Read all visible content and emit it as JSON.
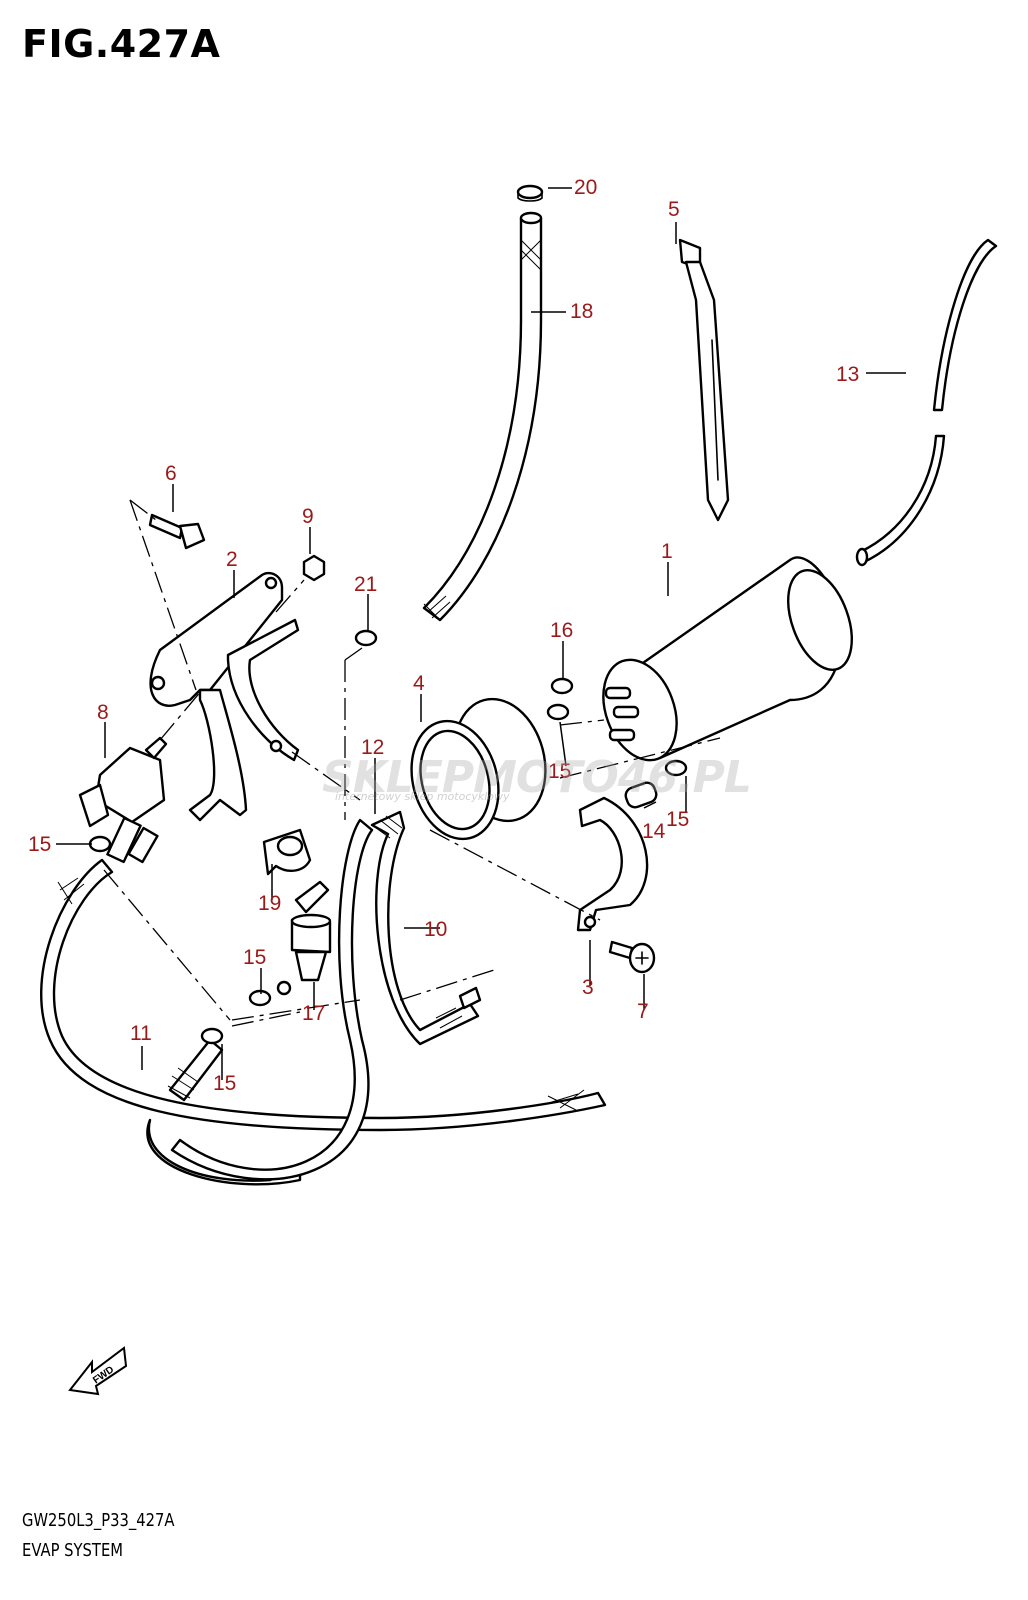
{
  "figure": {
    "title": "FIG.427A"
  },
  "callouts": [
    "20",
    "5",
    "18",
    "13",
    "6",
    "9",
    "2",
    "21",
    "1",
    "16",
    "4",
    "8",
    "12",
    "15",
    "15",
    "14",
    "15",
    "15",
    "19",
    "10",
    "3",
    "7",
    "15",
    "17",
    "11",
    "15"
  ],
  "watermark": {
    "main": "SKLEPMOTO46.PL",
    "sub": "internetowy sklep motocyklowy"
  },
  "fwd_icon": {
    "label": "FWD"
  },
  "footer": {
    "code": "GW250L3_P33_427A",
    "name": "EVAP SYSTEM"
  }
}
